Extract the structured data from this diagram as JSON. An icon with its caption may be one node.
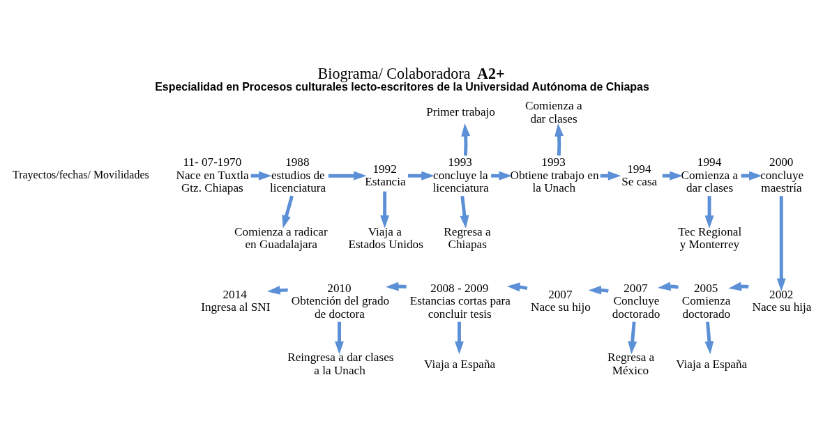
{
  "diagram": {
    "title": "Biograma/ Colaboradora **A2+**",
    "caption": "Especialidad en Procesos culturales lecto-escritores de la Universidad Autónoma de Chiapas",
    "nodes": [
      {
        "text": [
          "11- 07-1970",
          "Nace en Tuxtla Gtz. Chiapas"
        ]
      },
      {
        "text": [
          "1988",
          "estudios de licenciatura"
        ]
      },
      {
        "text": [
          "1992",
          "Estancia"
        ]
      },
      {
        "text": [
          "1993",
          "concluye la licenciatura"
        ]
      },
      {
        "text": [
          "1993",
          "Obtiene trabajo en la Unach"
        ]
      },
      {
        "text": [
          "1994",
          "Se casa"
        ]
      },
      {
        "text": [
          "1994",
          "Comienza a dar clases"
        ]
      },
      {
        "text": [
          "2000",
          "concluye maestría"
        ]
      },
      {
        "text": [
          "2002",
          "Nace su hija"
        ]
      },
      {
        "text": [
          "2005",
          "Comienza doctorado"
        ]
      },
      {
        "text": [
          "2007",
          "Concluye doctorado"
        ]
      },
      {
        "text": [
          "2007",
          "Nace su hijo"
        ]
      },
      {
        "text": [
          "2008 - 2009",
          "Estancias cortas para concluir tesis"
        ]
      },
      {
        "text": [
          "2010",
          "Obtención del grado de doctora"
        ]
      },
      {
        "text": [
          "2014",
          "Ingresa al SNI"
        ]
      },
      {
        "text": [
          "Primer trabajo"
        ]
      },
      {
        "text": [
          "Comienza a dar clases"
        ]
      },
      {
        "text": [
          "Comienza a radicar en Guadalajara"
        ]
      },
      {
        "text": [
          "Viaja a Estados Unidos"
        ]
      },
      {
        "text": [
          "Regresa a Chiapas"
        ]
      },
      {
        "text": [
          "Tec Regional y Monterrey"
        ]
      },
      {
        "text": [
          "Reingresa a dar clases a la Unach"
        ]
      },
      {
        "text": [
          "Viaja a España"
        ]
      },
      {
        "text": [
          "Regresa a México"
        ]
      },
      {
        "text": [
          "Viaja a España"
        ]
      }
    ],
    "edges": [
      {
        "from": 0,
        "to": 1,
        "arrow": "to"
      },
      {
        "from": 1,
        "to": 2,
        "arrow": "to"
      },
      {
        "from": 2,
        "to": 3,
        "arrow": "to"
      },
      {
        "from": 3,
        "to": 4,
        "arrow": "to"
      },
      {
        "from": 4,
        "to": 5,
        "arrow": "to"
      },
      {
        "from": 5,
        "to": 6,
        "arrow": "to"
      },
      {
        "from": 6,
        "to": 7,
        "arrow": "to"
      },
      {
        "from": 7,
        "to": 8,
        "arrow": "to"
      },
      {
        "from": 8,
        "to": 9,
        "arrow": "to"
      },
      {
        "from": 9,
        "to": 10,
        "arrow": "to"
      },
      {
        "from": 10,
        "to": 11,
        "arrow": "to"
      },
      {
        "from": 11,
        "to": 12,
        "arrow": "to"
      },
      {
        "from": 12,
        "to": 13,
        "arrow": "to"
      },
      {
        "from": 13,
        "to": 14,
        "arrow": "to"
      },
      {
        "from": 3,
        "to": 15,
        "arrow": "to"
      },
      {
        "from": 4,
        "to": 16,
        "arrow": "to"
      },
      {
        "from": 1,
        "to": 17,
        "arrow": "to"
      },
      {
        "from": 2,
        "to": 18,
        "arrow": "to"
      },
      {
        "from": 3,
        "to": 19,
        "arrow": "to"
      },
      {
        "from": 6,
        "to": 20,
        "arrow": "to"
      },
      {
        "from": 13,
        "to": 21,
        "arrow": "to"
      },
      {
        "from": 12,
        "to": 22,
        "arrow": "to"
      },
      {
        "from": 10,
        "to": 23,
        "arrow": "to"
      },
      {
        "from": 9,
        "to": 24,
        "arrow": "to"
      }
    ],
    "labels": [
      "Trayectos/fechas/ Movilidades"
    ]
  }
}
